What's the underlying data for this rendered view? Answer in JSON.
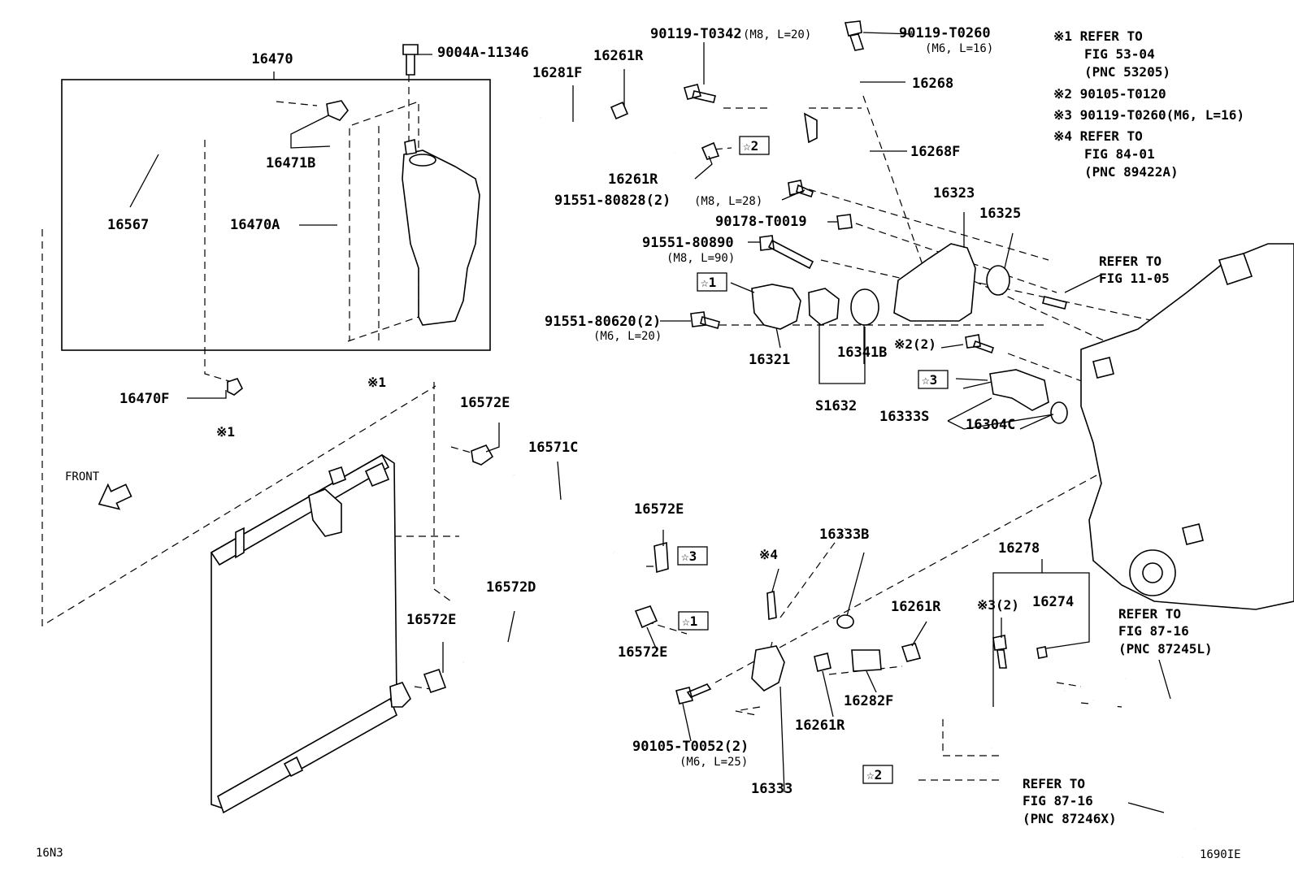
{
  "labels": {
    "p16470": "16470",
    "p9004A_11346": "9004A-11346",
    "p16471B": "16471B",
    "p16567": "16567",
    "p16470A": "16470A",
    "p16470F": "16470F",
    "ref1": "※1",
    "front": "FRONT",
    "p16281F": "16281F",
    "p16261R": "16261R",
    "p90119_T0342": "90119-T0342",
    "spec_m8_l20": "(M8, L=20)",
    "p90119_T0260": "90119-T0260",
    "spec_m6_l16": "(M6, L=16)",
    "p16268": "16268",
    "p16268F": "16268F",
    "star1": "☆1",
    "star2": "☆2",
    "star3": "☆3",
    "p91551_80828": "91551-80828(2)",
    "spec_m8_l28": "(M8, L=28)",
    "p90178_T0019": "90178-T0019",
    "p91551_80890": "91551-80890",
    "spec_m8_l90": "(M8, L=90)",
    "p91551_80620": "91551-80620(2)",
    "spec_m6_l20": "(M6, L=20)",
    "p16321": "16321",
    "p16341B": "16341B",
    "pS1632": "S1632",
    "p16323": "16323",
    "p16325": "16325",
    "refer_to": "REFER TO",
    "fig_11_05": "FIG 11-05",
    "ref2_qty": "※2(2)",
    "p16333S": "16333S",
    "p16304C": "16304C",
    "p16572E": "16572E",
    "p16571C": "16571C",
    "p16572D": "16572D",
    "ref4": "※4",
    "p16333B": "16333B",
    "p16282F": "16282F",
    "p90105_T0052": "90105-T0052(2)",
    "spec_m6_l25": "(M6, L=25)",
    "p16333": "16333",
    "p16278": "16278",
    "ref3_qty": "※3(2)",
    "p16274": "16274",
    "fig_87_16": "FIG 87-16",
    "pnc_87245L": "(PNC 87245L)",
    "pnc_87246X": "(PNC 87246X)",
    "code_16n3": "16N3",
    "fig_id": "1690IE"
  },
  "notes": {
    "n1_l1": "※1 REFER TO",
    "n1_l2": "FIG 53-04",
    "n1_l3": "(PNC 53205)",
    "n2_l1": "※2 90105-T0120",
    "n3_l1": "※3 90119-T0260(M6, L=16)",
    "n4_l1": "※4 REFER TO",
    "n4_l2": "FIG 84-01",
    "n4_l3": "(PNC 89422A)"
  }
}
